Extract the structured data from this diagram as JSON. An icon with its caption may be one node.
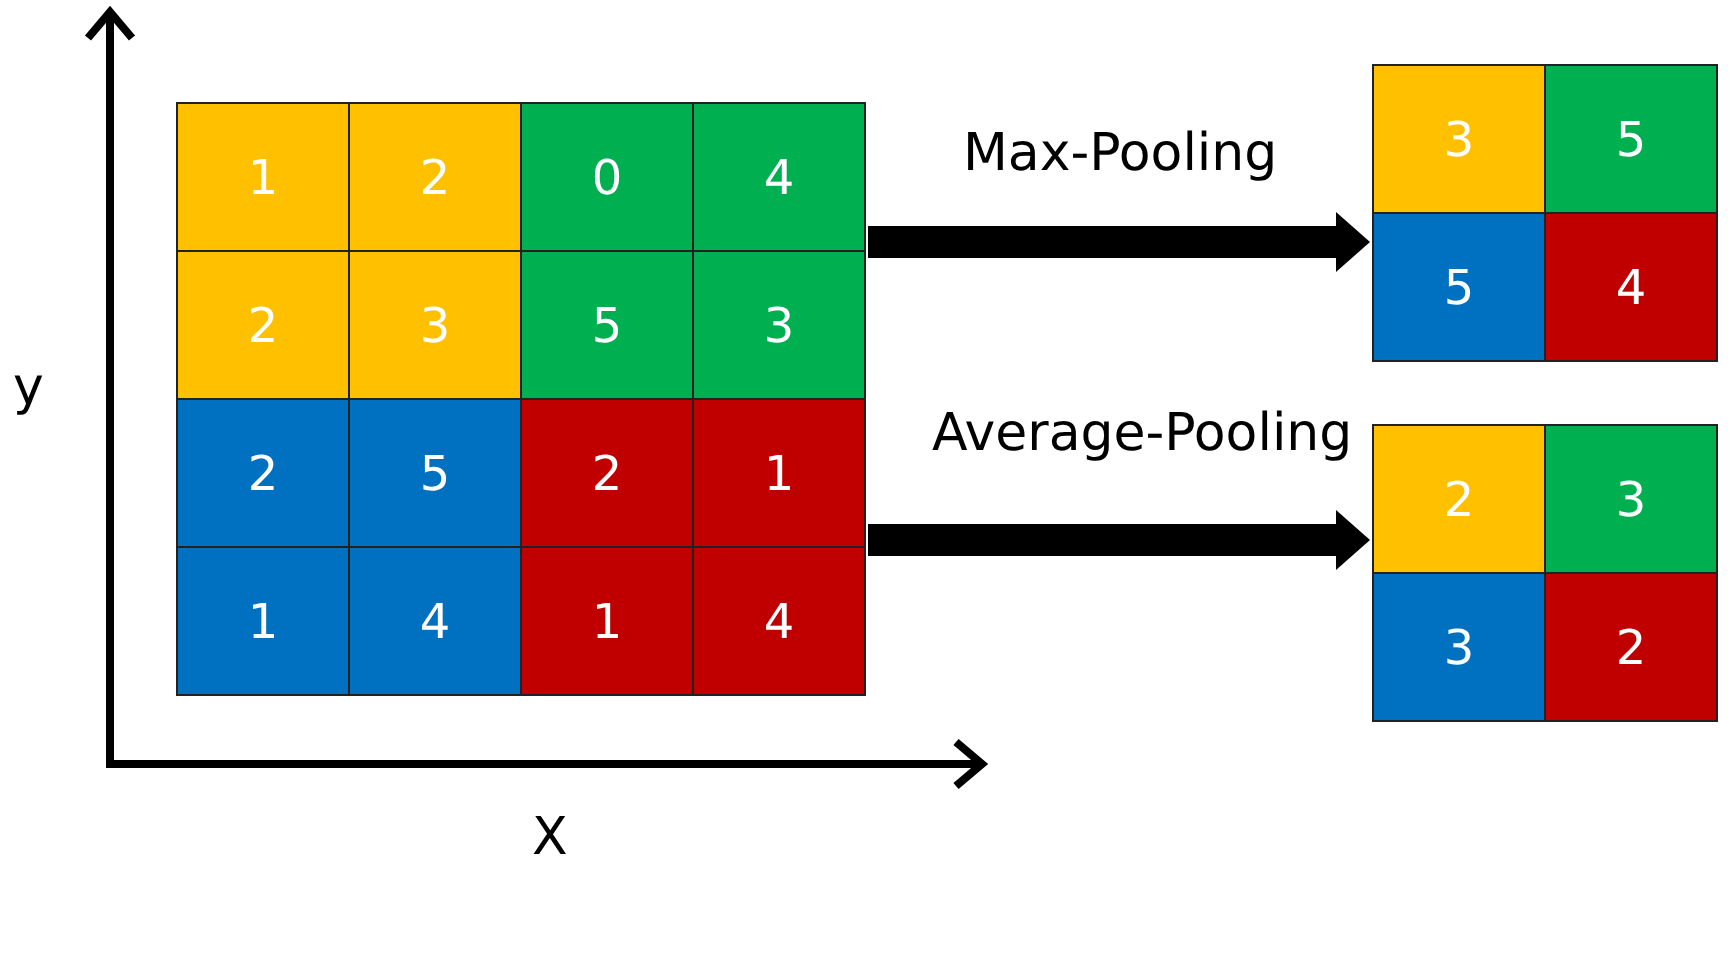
{
  "diagram": {
    "nodes": [
      {
        "text": [],
        "shape": "box"
      },
      {
        "text": [
          "1"
        ],
        "in": 0
      },
      {
        "text": [
          "2"
        ],
        "in": 0
      },
      {
        "text": [
          "0"
        ],
        "in": 0
      },
      {
        "text": [
          "4"
        ],
        "in": 0
      },
      {
        "text": [
          "2"
        ],
        "in": 0
      },
      {
        "text": [
          "3"
        ],
        "in": 0
      },
      {
        "text": [
          "5"
        ],
        "in": 0
      },
      {
        "text": [
          "3"
        ],
        "in": 0
      },
      {
        "text": [
          "2"
        ],
        "in": 0
      },
      {
        "text": [
          "5"
        ],
        "in": 0
      },
      {
        "text": [
          "2"
        ],
        "in": 0
      },
      {
        "text": [
          "1"
        ],
        "in": 0
      },
      {
        "text": [
          "1"
        ],
        "in": 0
      },
      {
        "text": [
          "4"
        ],
        "in": 0
      },
      {
        "text": [
          "1"
        ],
        "in": 0
      },
      {
        "text": [
          "4"
        ],
        "in": 0
      },
      {
        "text": [],
        "shape": "box"
      },
      {
        "text": [
          "3"
        ],
        "in": 17
      },
      {
        "text": [
          "5"
        ],
        "in": 17
      },
      {
        "text": [
          "5"
        ],
        "in": 17
      },
      {
        "text": [
          "4"
        ],
        "in": 17
      },
      {
        "text": [],
        "shape": "box"
      },
      {
        "text": [
          "2"
        ],
        "in": 22
      },
      {
        "text": [
          "3"
        ],
        "in": 22
      },
      {
        "text": [
          "3"
        ],
        "in": 22
      },
      {
        "text": [
          "2"
        ],
        "in": 22
      }
    ],
    "edges": [
      {
        "from": 0,
        "to": 17,
        "arrow": "to",
        "label": "Max-Pooling"
      },
      {
        "from": 0,
        "to": 22,
        "arrow": "to",
        "label": "Average-Pooling"
      }
    ],
    "labels": [
      "y",
      "X"
    ]
  }
}
